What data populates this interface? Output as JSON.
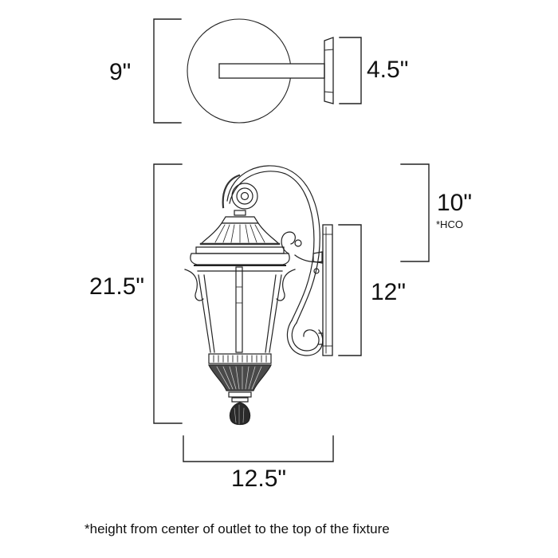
{
  "diagram": {
    "title": "Outdoor wall lantern dimension drawing",
    "top_view": {
      "canopy_diameter_label": "9\"",
      "backplate_width_label": "4.5\""
    },
    "side_view": {
      "overall_height_label": "21.5\"",
      "height_from_outlet_label": "10\"",
      "height_from_outlet_note": "*HCO",
      "backplate_height_label": "12\"",
      "width_label": "12.5\""
    },
    "footnote": "*height from center of outlet to the top of the fixture",
    "colors": {
      "line": "#222222",
      "background": "#ffffff",
      "text": "#111111"
    }
  }
}
